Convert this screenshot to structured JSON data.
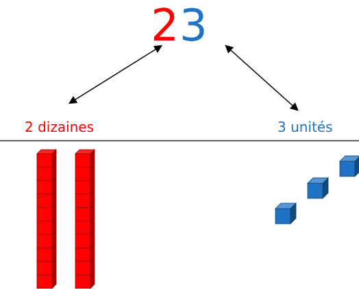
{
  "number": {
    "tens_digit": "2",
    "units_digit": "3"
  },
  "labels": {
    "tens": "2 dizaines",
    "units": "3 unités"
  },
  "counts": {
    "ten_rods": 2,
    "cubes_per_rod": 10,
    "unit_cubes": 3
  },
  "colors": {
    "tens": "#ff0000",
    "units": "#1f73c4",
    "arrow": "#000000",
    "baseline": "#000000"
  }
}
